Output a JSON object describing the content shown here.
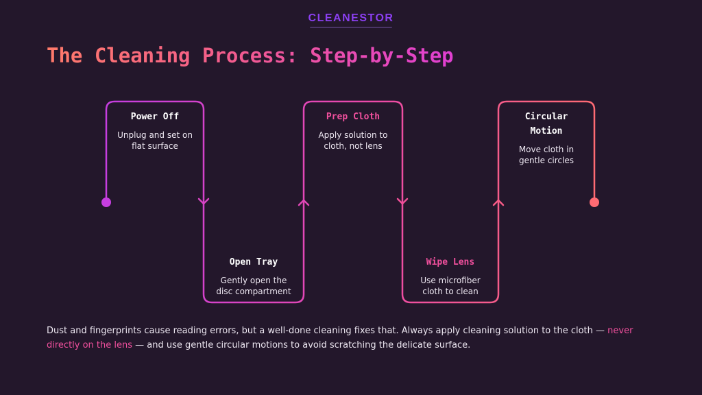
{
  "logo": {
    "text": "CLEANESTOR"
  },
  "title": "The Cleaning Process: Step-by-Step",
  "steps": [
    {
      "title": "Power Off",
      "desc_line1": "Unplug and set on",
      "desc_line2": "flat surface"
    },
    {
      "title": "Open Tray",
      "desc_line1": "Gently open the",
      "desc_line2": "disc compartment"
    },
    {
      "title": "Prep Cloth",
      "desc_line1": "Apply solution to",
      "desc_line2": "cloth, not lens"
    },
    {
      "title": "Wipe Lens",
      "desc_line1": "Use microfiber",
      "desc_line2": "cloth to clean"
    },
    {
      "title_line1": "Circular",
      "title_line2": "Motion",
      "desc_line1": "Move cloth in",
      "desc_line2": "gentle circles"
    }
  ],
  "footer": {
    "part1": "Dust and fingerprints cause reading errors, but a well-done cleaning fixes that. Always apply cleaning solution to the cloth — ",
    "highlight": "never directly on the lens",
    "part2": " — and use gentle circular motions to avoid scratching the delicate surface."
  },
  "colors": {
    "background": "#23172b",
    "start": "#c63ee0",
    "end": "#ff6b73",
    "accent": "#f2509e"
  }
}
